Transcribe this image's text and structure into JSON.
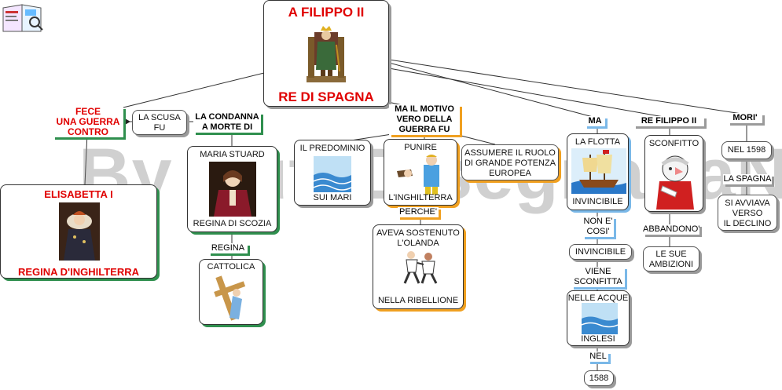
{
  "colors": {
    "red": "#e00000",
    "green": "#2f8f4e",
    "orange": "#f0a020",
    "blue": "#7ab8e8"
  },
  "watermark": "By AutoDisegnarlaNet",
  "root": {
    "title": "A FILIPPO II",
    "subtitle": "RE DI SPAGNA",
    "icon": "king-on-throne"
  },
  "left": {
    "fece": "FECE\nUNA GUERRA\nCONTRO",
    "elisabetta_title": "ELISABETTA I",
    "elisabetta_sub": "REGINA D'INGHILTERRA",
    "scusa": "LA SCUSA\nFU",
    "condanna": "LA CONDANNA\nA MORTE DI",
    "maria_name": "MARIA STUARD",
    "maria_sub": "REGINA DI SCOZIA",
    "regina": "REGINA",
    "cattolica": "CATTOLICA"
  },
  "middle": {
    "motivo": "MA IL MOTIVO\nVERO DELLA\nGUERRA FU",
    "predominio_top": "IL PREDOMINIO",
    "predominio_bottom": "SUI MARI",
    "punire_top": "PUNIRE",
    "punire_bottom": "L'INGHILTERRA",
    "perche": "PERCHE'",
    "sostenuto_top": "AVEVA SOSTENUTO\nL'OLANDA",
    "sostenuto_bottom": "NELLA RIBELLIONE",
    "assumere": "ASSUMERE IL RUOLO\nDI GRANDE POTENZA\nEUROPEA"
  },
  "ma": {
    "ma": "MA",
    "flotta_top": "LA FLOTTA",
    "flotta_bottom": "INVINCIBILE",
    "non_cosi": "NON E'\nCOSI'",
    "invincibile": "INVINCIBILE",
    "viene_sconfitta": "VIENE\nSCONFITTA",
    "acque_top": "NELLE ACQUE",
    "acque_bottom": "INGLESI",
    "nel": "NEL",
    "year": "1588"
  },
  "re_filippo": {
    "label": "RE FILIPPO II",
    "sconfitto": "SCONFITTO",
    "abbandono": "ABBANDONO'",
    "ambizioni": "LE SUE\nAMBIZIONI"
  },
  "mori": {
    "label": "MORI'",
    "nel1598": "NEL 1598",
    "spagna": "LA SPAGNA",
    "declino": "SI AVVIAVA\nVERSO\nIL DECLINO"
  }
}
